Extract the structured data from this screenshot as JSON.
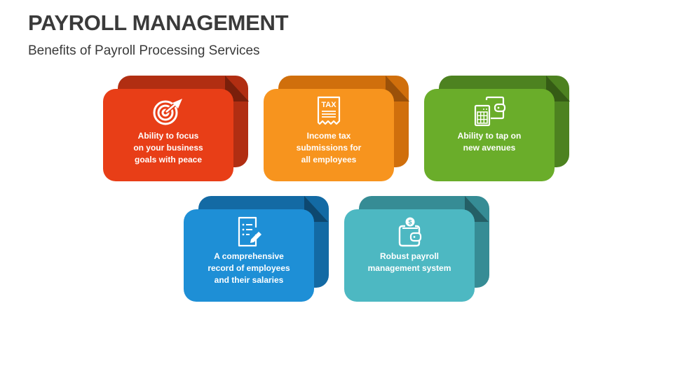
{
  "header": {
    "title": "PAYROLL MANAGEMENT",
    "subtitle": "Benefits of Payroll Processing Services"
  },
  "cards": [
    {
      "icon": "target-icon",
      "lines": [
        "Ability to focus",
        "on your business",
        "goals with peace"
      ],
      "colors": {
        "front": "#e83e17",
        "back": "#b12e12",
        "fold": "#7a1f0b"
      }
    },
    {
      "icon": "tax-receipt-icon",
      "lines": [
        "Income tax",
        "submissions for",
        "all employees"
      ],
      "colors": {
        "front": "#f7941e",
        "back": "#d06f0c",
        "fold": "#9b5109"
      }
    },
    {
      "icon": "calculator-wallet-icon",
      "lines": [
        "Ability to tap on",
        "new avenues"
      ],
      "colors": {
        "front": "#6aad2a",
        "back": "#4d8220",
        "fold": "#355c15"
      }
    },
    {
      "icon": "document-edit-icon",
      "lines": [
        "A comprehensive",
        "record of employees",
        "and their salaries"
      ],
      "colors": {
        "front": "#1e8fd6",
        "back": "#136aa4",
        "fold": "#0d4870"
      }
    },
    {
      "icon": "wallet-coin-icon",
      "lines": [
        "Robust payroll",
        "management system"
      ],
      "colors": {
        "front": "#4db8c2",
        "back": "#368c95",
        "fold": "#245f66"
      }
    }
  ],
  "tax_icon_text": "TAX"
}
